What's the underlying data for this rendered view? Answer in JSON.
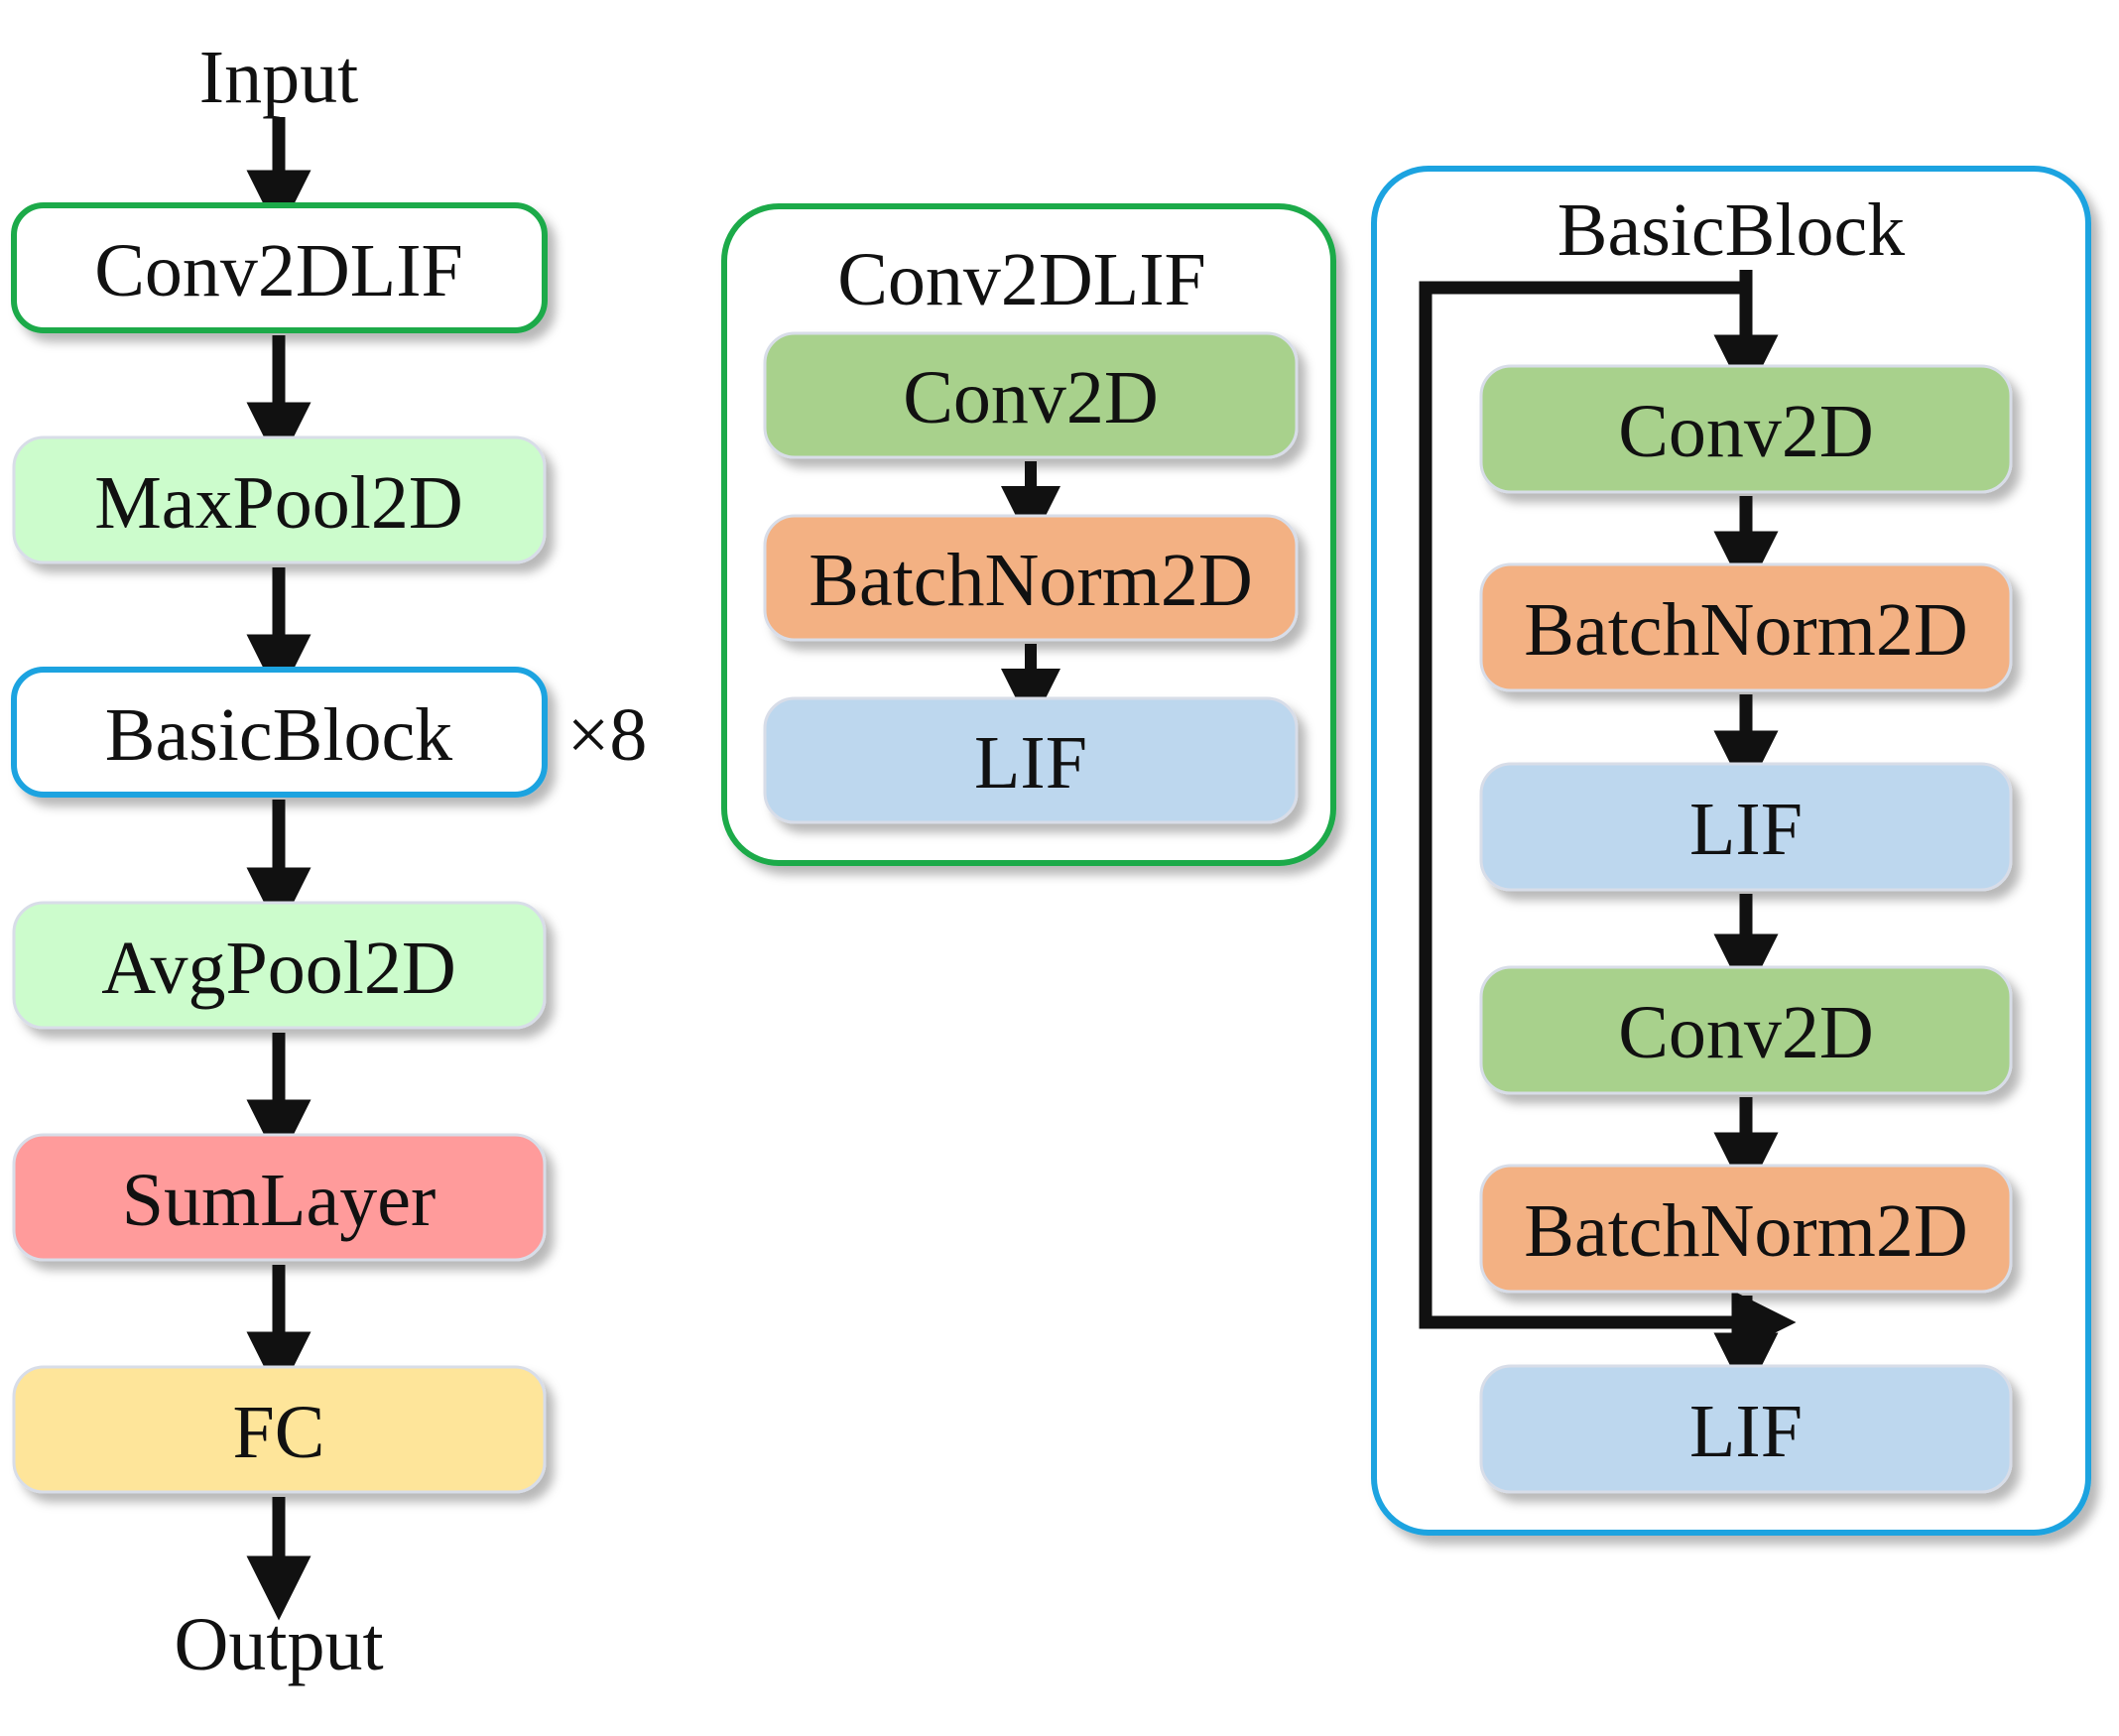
{
  "main_network": {
    "input_label": "Input",
    "output_label": "Output",
    "repeat_label": "×8",
    "layers": [
      {
        "label": "Conv2DLIF",
        "fill": "#ffffff",
        "stroke": "#1aaa4a"
      },
      {
        "label": "MaxPool2D",
        "fill": "#ccfccc",
        "stroke": "#d8dde8"
      },
      {
        "label": "BasicBlock",
        "fill": "#ffffff",
        "stroke": "#1aa3e0"
      },
      {
        "label": "AvgPool2D",
        "fill": "#ccfccc",
        "stroke": "#d8dde8"
      },
      {
        "label": "SumLayer",
        "fill": "#ff9b9b",
        "stroke": "#d8dde8"
      },
      {
        "label": "FC",
        "fill": "#fee59a",
        "stroke": "#d8dde8"
      }
    ]
  },
  "conv2dlif_block": {
    "title": "Conv2DLIF",
    "border_color": "#1aaa4a",
    "layers": [
      {
        "label": "Conv2D",
        "fill": "#a8d18c"
      },
      {
        "label": "BatchNorm2D",
        "fill": "#f3b183"
      },
      {
        "label": "LIF",
        "fill": "#bdd7ee"
      }
    ]
  },
  "basicblock_block": {
    "title": "BasicBlock",
    "border_color": "#1aa3e0",
    "layers": [
      {
        "label": "Conv2D",
        "fill": "#a8d18c"
      },
      {
        "label": "BatchNorm2D",
        "fill": "#f3b183"
      },
      {
        "label": "LIF",
        "fill": "#bdd7ee"
      },
      {
        "label": "Conv2D",
        "fill": "#a8d18c"
      },
      {
        "label": "BatchNorm2D",
        "fill": "#f3b183"
      },
      {
        "label": "LIF",
        "fill": "#bdd7ee"
      }
    ]
  }
}
